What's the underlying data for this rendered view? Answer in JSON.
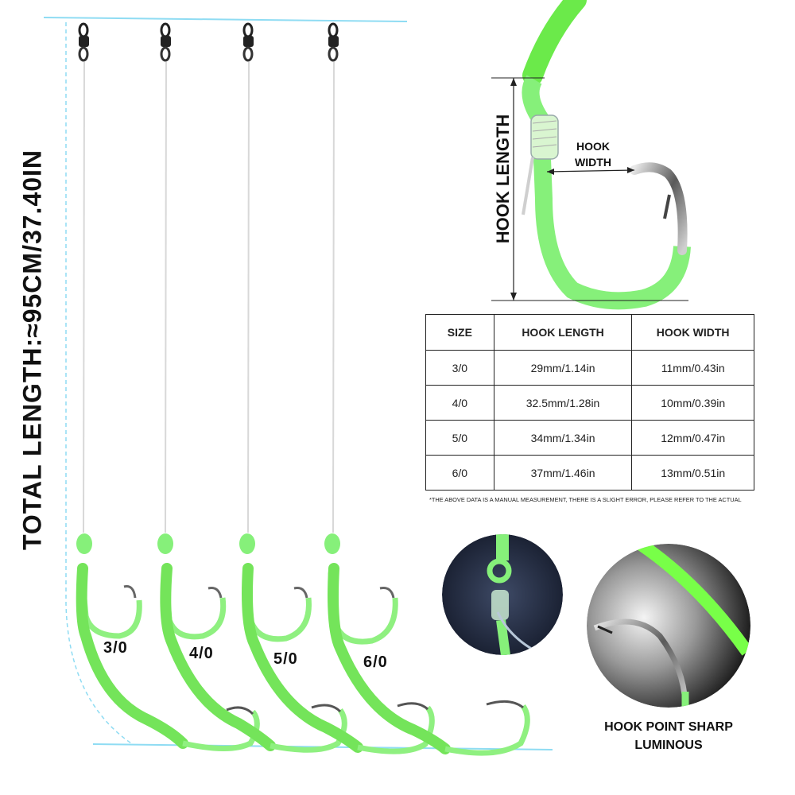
{
  "total_length": "TOTAL LENGTH:≈95CM/37.40IN",
  "rigs": [
    {
      "size": "3/0"
    },
    {
      "size": "4/0"
    },
    {
      "size": "5/0"
    },
    {
      "size": "6/0"
    }
  ],
  "diagram": {
    "hook_length_label": "HOOK LENGTH",
    "hook_width_label": [
      "HOOK",
      "WIDTH"
    ]
  },
  "table": {
    "headers": [
      "SIZE",
      "HOOK LENGTH",
      "HOOK WIDTH"
    ],
    "rows": [
      [
        "3/0",
        "29mm/1.14in",
        "11mm/0.43in"
      ],
      [
        "4/0",
        "32.5mm/1.28in",
        "10mm/0.39in"
      ],
      [
        "5/0",
        "34mm/1.34in",
        "12mm/0.47in"
      ],
      [
        "6/0",
        "37mm/1.46in",
        "13mm/0.51in"
      ]
    ],
    "note": "*THE ABOVE DATA IS A MANUAL MEASUREMENT, THERE IS A SLIGHT ERROR, PLEASE REFER TO THE ACTUAL"
  },
  "caption": [
    "HOOK POINT SHARP",
    "LUMINOUS"
  ],
  "colors": {
    "luminous_green": "#86f07a",
    "bright_green": "#6bea4a",
    "guide_cyan": "#7fd6f0",
    "text": "#111111"
  }
}
